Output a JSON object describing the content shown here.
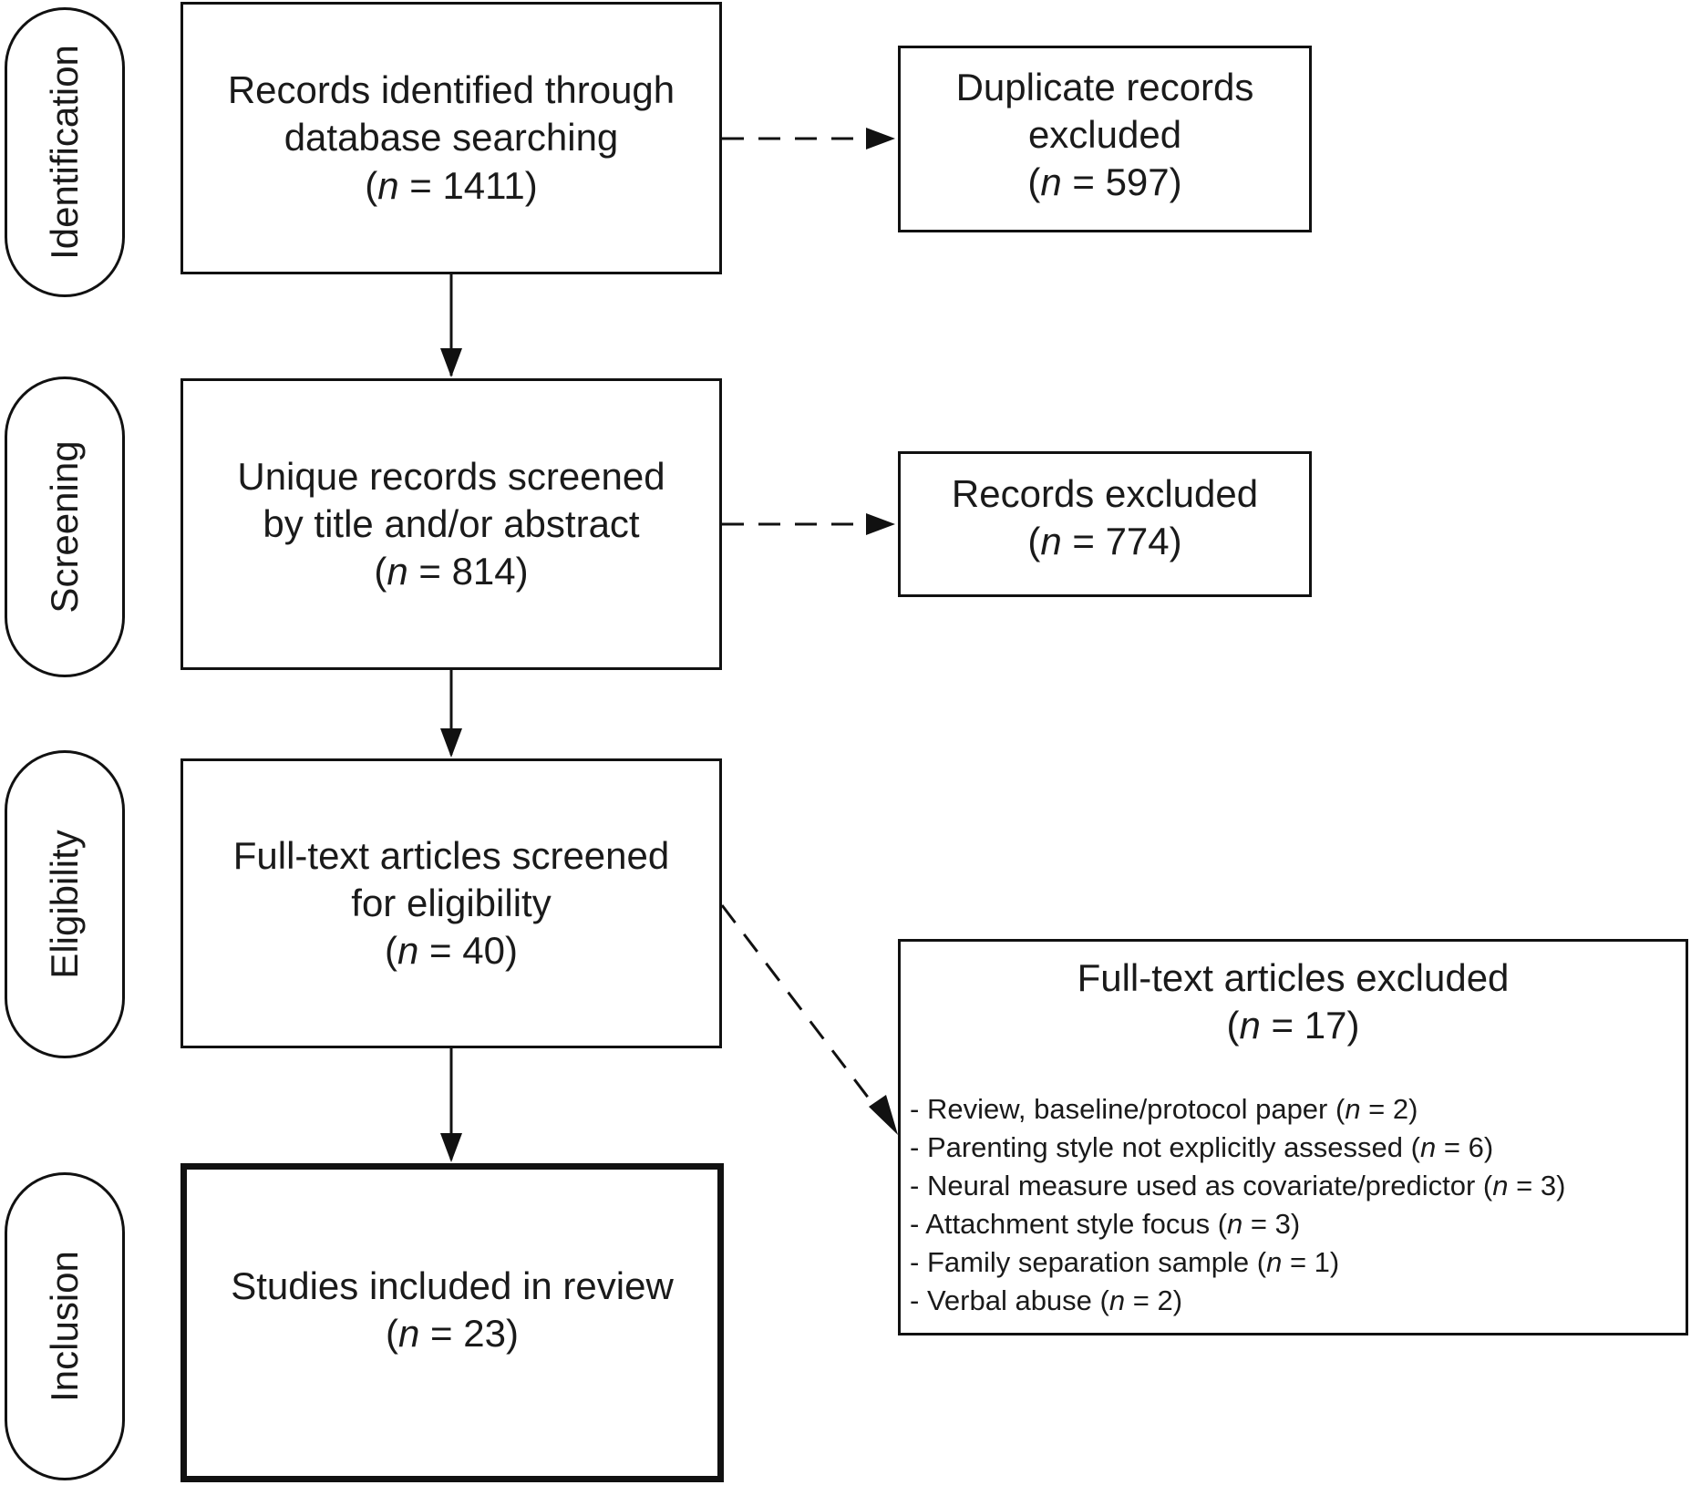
{
  "stages": [
    {
      "id": "identification",
      "label": "Identification"
    },
    {
      "id": "screening",
      "label": "Screening"
    },
    {
      "id": "eligibility",
      "label": "Eligibility"
    },
    {
      "id": "inclusion",
      "label": "Inclusion"
    }
  ],
  "main_boxes": {
    "identified": {
      "lines": [
        "Records identified through",
        "database searching"
      ],
      "n_symbol": "n",
      "n_value": "1411"
    },
    "screened": {
      "lines": [
        "Unique records screened",
        "by title and/or abstract"
      ],
      "n_symbol": "n",
      "n_value": "814"
    },
    "eligibility": {
      "lines": [
        "Full-text articles screened",
        "for eligibility"
      ],
      "n_symbol": "n",
      "n_value": "40"
    },
    "included": {
      "lines": [
        "Studies included in review"
      ],
      "n_symbol": "n",
      "n_value": "23"
    }
  },
  "side_boxes": {
    "duplicates": {
      "lines": [
        "Duplicate records",
        "excluded"
      ],
      "n_symbol": "n",
      "n_value": "597"
    },
    "records_excluded": {
      "lines": [
        "Records excluded"
      ],
      "n_symbol": "n",
      "n_value": "774"
    },
    "fulltext_excluded": {
      "title": "Full-text articles excluded",
      "n_symbol": "n",
      "n_value": "17",
      "reasons": [
        {
          "text": "Review, baseline/protocol paper",
          "n": "2"
        },
        {
          "text": "Parenting style not explicitly assessed",
          "n": "6"
        },
        {
          "text": "Neural measure used as covariate/predictor",
          "n": "3"
        },
        {
          "text": "Attachment style focus",
          "n": "3"
        },
        {
          "text": "Family separation sample",
          "n": "1"
        },
        {
          "text": "Verbal abuse",
          "n": "2"
        }
      ]
    }
  }
}
